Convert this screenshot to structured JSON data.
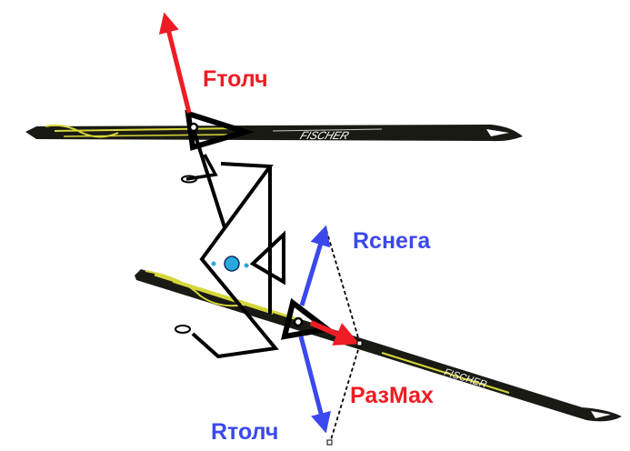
{
  "labels": {
    "f_push": "Fтолч",
    "r_snow": "Rснега",
    "r_push": "Rтолч",
    "swing": "РазМах"
  },
  "ski_brand": "FISCHER",
  "colors": {
    "push_force": "#ee1c24",
    "reaction": "#3b48ee",
    "figure": "#000000",
    "joint": "#29a8e0",
    "ski_body": "#1a1a14",
    "ski_accent": "#d6d63a"
  }
}
